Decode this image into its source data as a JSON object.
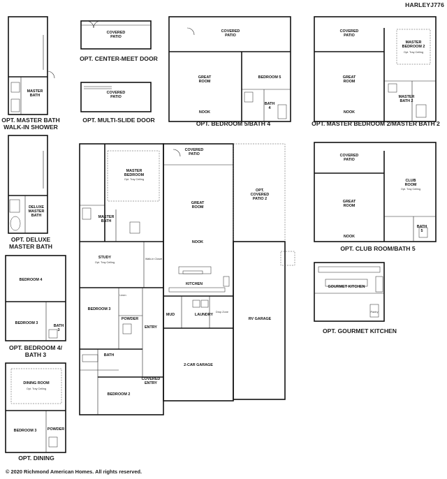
{
  "plan_id": "HARLEYJ776",
  "copyright": "© 2020 Richmond American Homes. All rights reserved.",
  "captions": {
    "master_bath_walkin": [
      "OPT. MASTER BATH",
      "WALK-IN SHOWER"
    ],
    "center_meet_door": "OPT. CENTER-MEET DOOR",
    "multi_slide_door": "OPT. MULTI-SLIDE DOOR",
    "bedroom5_bath4": "OPT. BEDROOM 5/BATH 4",
    "master_bedroom2": "OPT. MASTER BEDROOM 2/MASTER BATH 2",
    "deluxe_master_bath": [
      "OPT. DELUXE",
      "MASTER BATH"
    ],
    "club_room_bath5": "OPT. CLUB ROOM/BATH 5",
    "gourmet_kitchen": "OPT. GOURMET KITCHEN",
    "bedroom4_bath3": [
      "OPT. BEDROOM 4/",
      "BATH 3"
    ],
    "dining": "OPT. DINING"
  },
  "rooms": {
    "master_bath": [
      "MASTER",
      "BATH"
    ],
    "deluxe_master_bath": [
      "DELUXE",
      "MASTER",
      "BATH"
    ],
    "covered_patio": [
      "COVERED",
      "PATIO"
    ],
    "covered_patio_2": [
      "OPT.",
      "COVERED",
      "PATIO 2"
    ],
    "great_room": [
      "GREAT",
      "ROOM"
    ],
    "nook": "NOOK",
    "bedroom_5": "BEDROOM 5",
    "bath_4": [
      "BATH",
      "4"
    ],
    "master_bedroom_2": [
      "MASTER",
      "BEDROOM 2"
    ],
    "master_bath_2": [
      "MASTER",
      "BATH 2"
    ],
    "master_bedroom": [
      "MASTER",
      "BEDROOM"
    ],
    "study": "STUDY",
    "kitchen": "KITCHEN",
    "bedroom_3": "BEDROOM 3",
    "bedroom_4": "BEDROOM 4",
    "bedroom_2": "BEDROOM 2",
    "powder": "POWDER",
    "mud": "MUD",
    "laundry": "LAUNDRY",
    "entry": "ENTRY",
    "covered_entry": [
      "COVERED",
      "ENTRY"
    ],
    "two_car_garage": "2-CAR GARAGE",
    "rv_garage": "RV GARAGE",
    "bath": "BATH",
    "bath_3": [
      "BATH",
      "3"
    ],
    "bath_5": [
      "BATH",
      "5"
    ],
    "club_room": [
      "CLUB",
      "ROOM"
    ],
    "gourmet_kitchen": "GOURMET KITCHEN",
    "dining_room": "DINING ROOM"
  },
  "notes": {
    "tray_ceiling": "Opt. Tray Ceiling",
    "walkin_closet": "Walk-in Closet",
    "linen": "Linen",
    "pantry": "Pantry",
    "drop_zone": "Drop Zone"
  }
}
